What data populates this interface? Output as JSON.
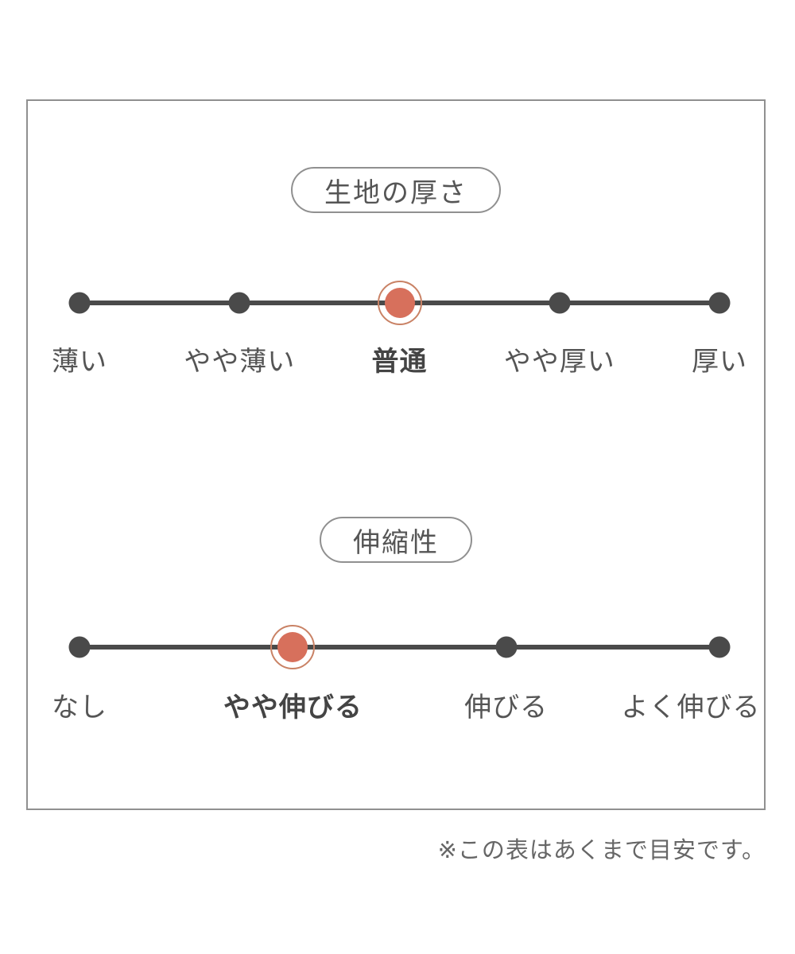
{
  "sections": [
    {
      "title": "生地の厚さ",
      "selected_index": 2,
      "options": [
        {
          "label": "薄い",
          "selected": false
        },
        {
          "label": "やや薄い",
          "selected": false
        },
        {
          "label": "普通",
          "selected": true
        },
        {
          "label": "やや厚い",
          "selected": false
        },
        {
          "label": "厚い",
          "selected": false
        }
      ]
    },
    {
      "title": "伸縮性",
      "selected_index": 1,
      "options": [
        {
          "label": "なし",
          "selected": false
        },
        {
          "label": "やや伸びる",
          "selected": true
        },
        {
          "label": "伸びる",
          "selected": false
        },
        {
          "label": "よく伸びる",
          "selected": false
        }
      ]
    }
  ],
  "footnote": "※この表はあくまで目安です。",
  "colors": {
    "accent": "#d7705c",
    "accent_ring": "#c98265",
    "track": "#4a4a4a",
    "text": "#555555",
    "border": "#909090"
  }
}
